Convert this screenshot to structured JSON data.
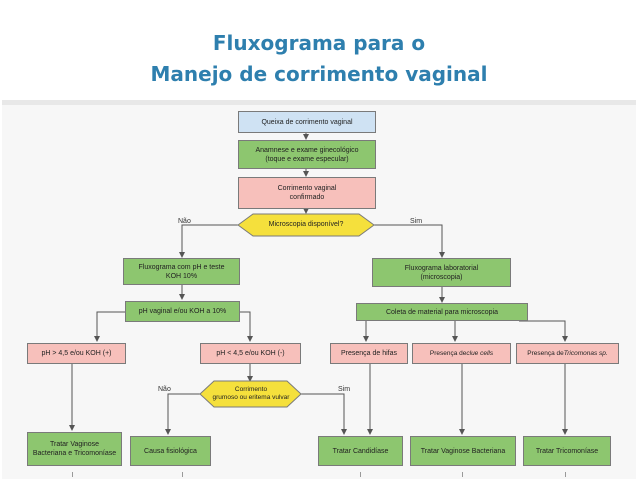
{
  "title": {
    "line1": "Fluxograma para o",
    "line2": "Manejo de corrimento vaginal"
  },
  "nodes": {
    "queixa": "Queixa de corrimento vaginal",
    "anamnese": "Anamnese e exame ginecológico\n(toque e exame especular)",
    "confirmado": "Corrimento vaginal\nconfirmado",
    "microscopia_q": "Microscopia disponível?",
    "flux_ph": "Fluxograma com pH e teste\nKOH 10%",
    "flux_lab": "Fluxograma laboratorial\n(microscopia)",
    "ph_koh": "pH vaginal e/ou KOH a 10%",
    "coleta": "Coleta de material para microscopia",
    "ph_maior": "pH > 4,5 e/ou KOH (+)",
    "ph_menor": "pH < 4,5 e/ou KOH (-)",
    "hifas": "Presença de hifas",
    "clue_prefix": "Presença de ",
    "clue_term": "clue cells",
    "trico_prefix": "Presença de ",
    "trico_term": "Tricomonas sp.",
    "grumoso_q": "Corrimento\ngrumoso ou eritema vulvar",
    "tratar_vb_trico": "Tratar Vaginose\nBacteriana e Tricomoníase",
    "causa": "Causa fisiológica",
    "tratar_cand": "Tratar Candidíase",
    "tratar_vb": "Tratar Vaginose Bacteriana",
    "tratar_trico": "Tratar Tricomoníase"
  },
  "labels": {
    "nao1": "Não",
    "sim1": "Sim",
    "nao2": "Não",
    "sim2": "Sim"
  },
  "colors": {
    "title": "#2e7fae",
    "start_box": "#cfe2f3",
    "process_box": "#8dc66f",
    "result_box": "#f7c0bb",
    "decision": "#f5e03c",
    "connector": "#555555"
  }
}
